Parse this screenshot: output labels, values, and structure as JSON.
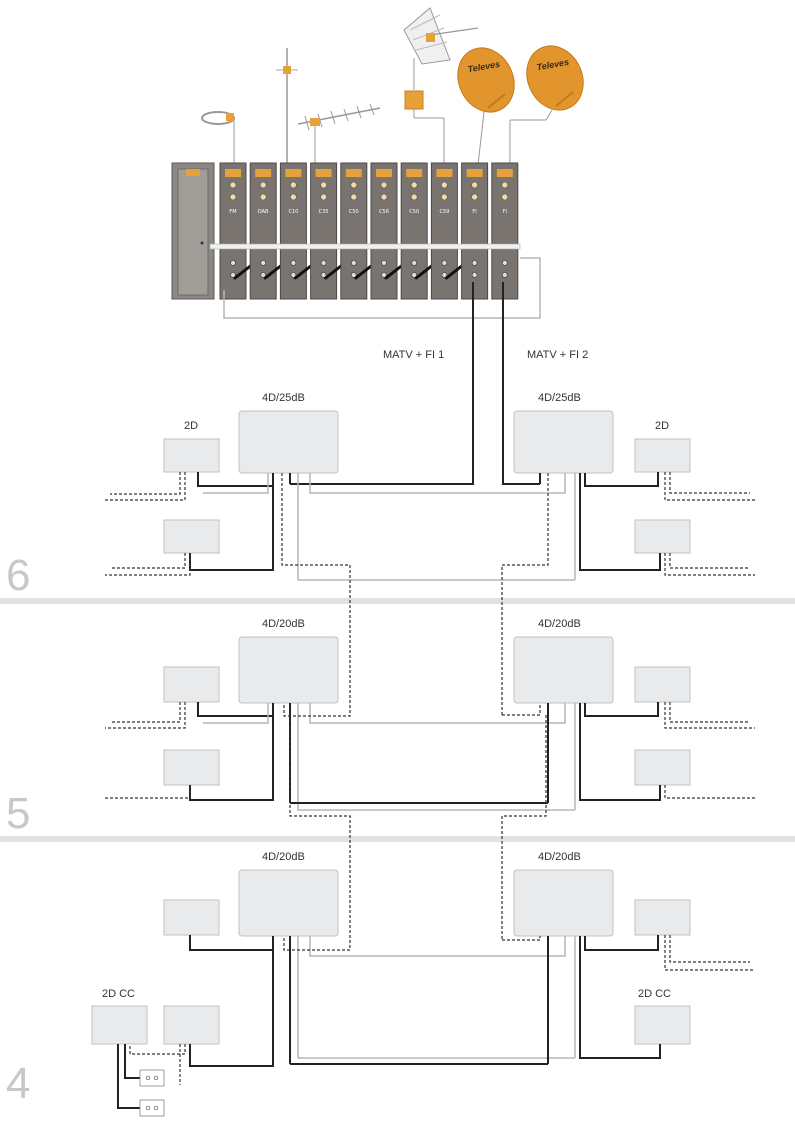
{
  "labels": {
    "matv_fi1": "MATV + FI 1",
    "matv_fi2": "MATV + FI 2",
    "amp_top_left": "4D/25dB",
    "amp_top_right": "4D/25dB",
    "amp_mid_left": "4D/20dB",
    "amp_mid_right": "4D/20dB",
    "amp_bot_left": "4D/20dB",
    "amp_bot_right": "4D/20dB",
    "split_top_left": "2D",
    "split_top_right": "2D",
    "split_cc_left": "2D CC",
    "split_cc_right": "2D CC"
  },
  "floors": [
    "6",
    "5",
    "4"
  ],
  "headend": {
    "modules": [
      "FM",
      "DAB",
      "C10",
      "C35",
      "C50",
      "C56",
      "C50",
      "C59",
      "FI",
      "FI"
    ]
  },
  "antennas": {
    "brand": "Televes"
  },
  "colors": {
    "module_body": "#7a7470",
    "module_accent": "#e8a13a",
    "dish": "#e2952c",
    "cable_main": "#222222",
    "cable_secondary": "#b5b5b5"
  }
}
